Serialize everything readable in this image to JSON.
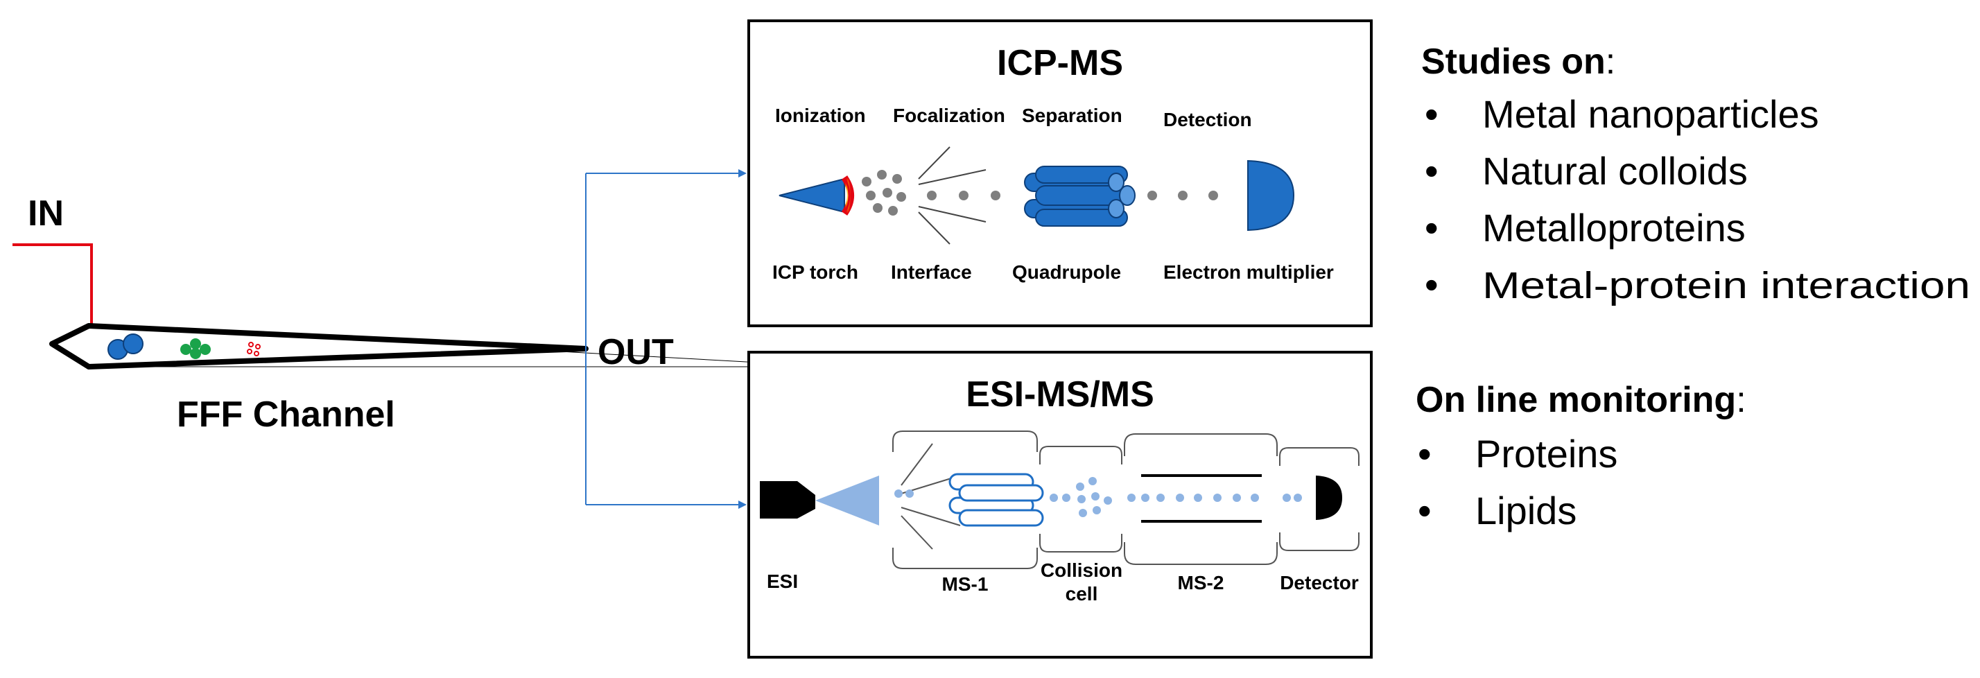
{
  "channel": {
    "in_label": "IN",
    "out_label": "OUT",
    "name": "FFF Channel"
  },
  "icp_ms": {
    "title": "ICP-MS",
    "stage_labels_top": [
      "Ionization",
      "Focalization",
      "Separation",
      "Detection"
    ],
    "stage_labels_bottom": [
      "ICP torch",
      "Interface",
      "Quadrupole",
      "Electron multiplier"
    ]
  },
  "esi_ms": {
    "title": "ESI-MS/MS",
    "esi_label": "ESI",
    "ms1_label": "MS-1",
    "collision_label_line1": "Collision",
    "collision_label_line2": "cell",
    "ms2_label": "MS-2",
    "detector_label": "Detector"
  },
  "studies": {
    "heading": "Studies on",
    "colon": ":",
    "items": [
      "Metal nanoparticles",
      "Natural colloids",
      "Metalloproteins",
      "Metal-protein interaction"
    ]
  },
  "monitoring": {
    "heading": "On line monitoring",
    "colon": ":",
    "items": [
      "Proteins",
      "Lipids"
    ]
  },
  "bullet_char": "•",
  "colors": {
    "in_arrow": "#e30613",
    "connector": "#2e75c8",
    "icp_blue": "#1f6fc5",
    "esi_light_blue": "#8fb4e3",
    "particle_grey": "#7f7f7f",
    "particle_green": "#1aa34a",
    "particle_red": "#e30613"
  }
}
